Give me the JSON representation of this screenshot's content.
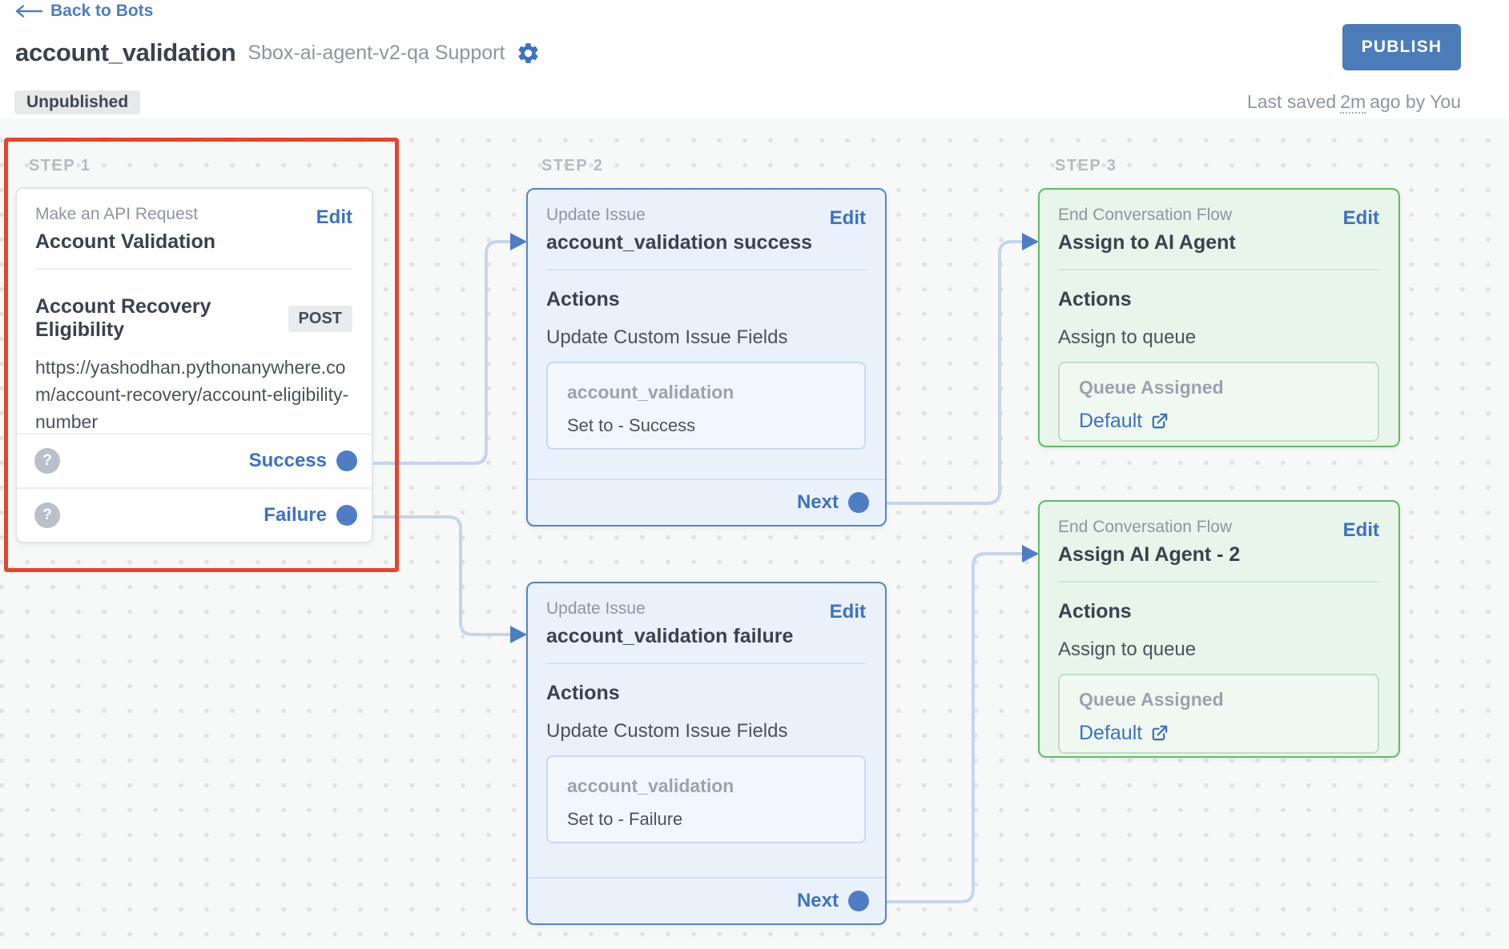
{
  "header": {
    "back_label": "Back to Bots",
    "title": "account_validation",
    "subtitle": "Sbox-ai-agent-v2-qa Support",
    "status_badge": "Unpublished",
    "publish_label": "PUBLISH",
    "last_saved": {
      "prefix": "Last saved",
      "time": "2m",
      "suffix": "ago by You"
    }
  },
  "icons": {
    "help": "?"
  },
  "step1": {
    "label": "STEP 1",
    "card": {
      "type_label": "Make an API Request",
      "title": "Account Validation",
      "edit_label": "Edit",
      "request_name": "Account Recovery Eligibility",
      "method": "POST",
      "url": "https://yashodhan.pythonanywhere.com/account-recovery/account-eligibility-number",
      "outcomes": [
        {
          "label": "Success"
        },
        {
          "label": "Failure"
        }
      ]
    }
  },
  "step2": {
    "label": "STEP 2",
    "cards": [
      {
        "type_label": "Update Issue",
        "title": "account_validation success",
        "edit_label": "Edit",
        "actions_heading": "Actions",
        "action_name": "Update Custom Issue Fields",
        "field_name": "account_validation",
        "field_value": "Set to - Success",
        "next_label": "Next"
      },
      {
        "type_label": "Update Issue",
        "title": "account_validation failure",
        "edit_label": "Edit",
        "actions_heading": "Actions",
        "action_name": "Update Custom Issue Fields",
        "field_name": "account_validation",
        "field_value": "Set to - Failure",
        "next_label": "Next"
      }
    ]
  },
  "step3": {
    "label": "STEP 3",
    "cards": [
      {
        "type_label": "End Conversation Flow",
        "title": "Assign to AI Agent",
        "edit_label": "Edit",
        "actions_heading": "Actions",
        "action_name": "Assign to queue",
        "queue_label": "Queue Assigned",
        "queue_value": "Default"
      },
      {
        "type_label": "End Conversation Flow",
        "title": "Assign AI Agent - 2",
        "edit_label": "Edit",
        "actions_heading": "Actions",
        "action_name": "Assign to queue",
        "queue_label": "Queue Assigned",
        "queue_value": "Default"
      }
    ]
  },
  "colors": {
    "accent_blue": "#3d71c4",
    "publish_button_bg": "#4d7cba",
    "selection_highlight_red": "#e8432c",
    "blue_card_border": "#5584c2",
    "blue_card_bg": "#e9f1fb",
    "green_card_border": "#5fbb66",
    "green_card_bg": "#e8f5ea",
    "connector_line": "#c6d4eb",
    "port_dot": "#4e7dc5"
  }
}
